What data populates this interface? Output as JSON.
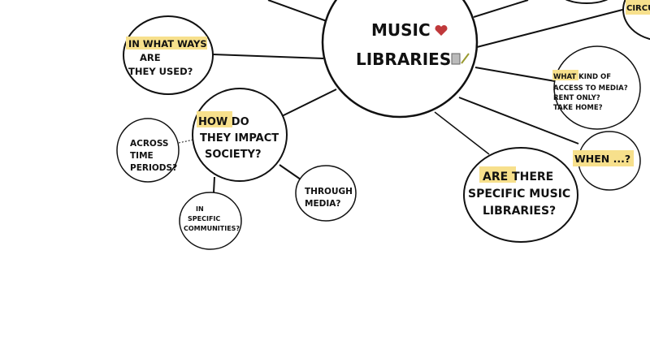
{
  "colors": {
    "highlight": "#f7e08c",
    "ink": "#111111",
    "heart": "#c0393b"
  },
  "center": {
    "line1": "MUSIC",
    "line2": "LIBRARIES",
    "icons": [
      "heart-icon",
      "notepad-pencil-icon"
    ]
  },
  "nodes": {
    "ways": {
      "hl": "IN WHAT WAYS",
      "l2": "ARE",
      "l3": "THEY USED?"
    },
    "impact": {
      "hl": "HOW",
      "l1rest": " DO",
      "l2": "THEY IMPACT",
      "l3": "SOCIETY?"
    },
    "time": {
      "l1": "ACROSS",
      "l2": "TIME",
      "l3": "PERIODS?"
    },
    "communities": {
      "l1": "IN",
      "l2": "SPECIFIC",
      "l3": "COMMUNITIES?"
    },
    "media": {
      "l1": "THROUGH",
      "l2": "MEDIA?"
    },
    "access": {
      "hl": "WHAT",
      "l1rest": " KIND OF",
      "l2": "ACCESS TO MEDIA?",
      "l3": "RENT ONLY?",
      "l4": "TAKE HOME?"
    },
    "when": {
      "hl": "WHEN ...?"
    },
    "specific": {
      "hl": "ARE",
      "l1rest": " THERE",
      "l2": "SPECIFIC MUSIC",
      "l3": "LIBRARIES?"
    },
    "partial": {
      "l1": "CIRCU"
    }
  }
}
